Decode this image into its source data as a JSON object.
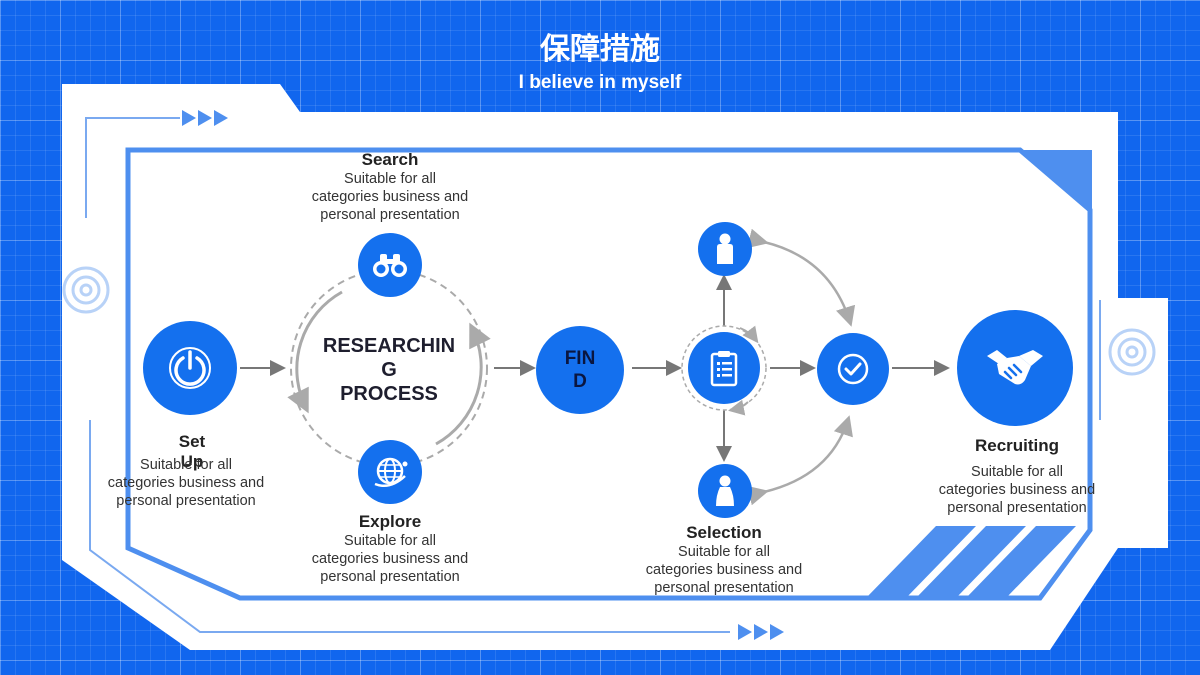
{
  "title": "保障措施",
  "subtitle": "I believe in myself",
  "center": {
    "line1": "RESEARCHIN",
    "line2": "G",
    "line3": "PROCESS"
  },
  "find": {
    "line1": "FIN",
    "line2": "D"
  },
  "nodes": {
    "setup": {
      "title": "Set Up",
      "desc1": "Suitable for all",
      "desc2": "categories business and",
      "desc3": "personal presentation"
    },
    "search": {
      "title": "Search",
      "desc1": "Suitable for all",
      "desc2": "categories business and",
      "desc3": "personal presentation"
    },
    "explore": {
      "title": "Explore",
      "desc1": "Suitable for all",
      "desc2": "categories business and",
      "desc3": "personal presentation"
    },
    "selection": {
      "title": "Selection",
      "desc1": "Suitable for all",
      "desc2": "categories business and",
      "desc3": "personal presentation"
    },
    "recruiting": {
      "title": "Recruiting",
      "desc1": "Suitable for all",
      "desc2": "categories business and",
      "desc3": "personal presentation"
    }
  },
  "icons": {
    "setup": "power-icon",
    "search": "binoculars-icon",
    "explore": "globe-icon",
    "clipboard": "clipboard-icon",
    "check": "check-icon",
    "person_top": "person-icon",
    "person_bottom": "person-icon",
    "recruiting": "handshake-icon"
  },
  "colors": {
    "background": "#1166ee",
    "accent": "#1470ee",
    "panel": "#ffffff"
  }
}
